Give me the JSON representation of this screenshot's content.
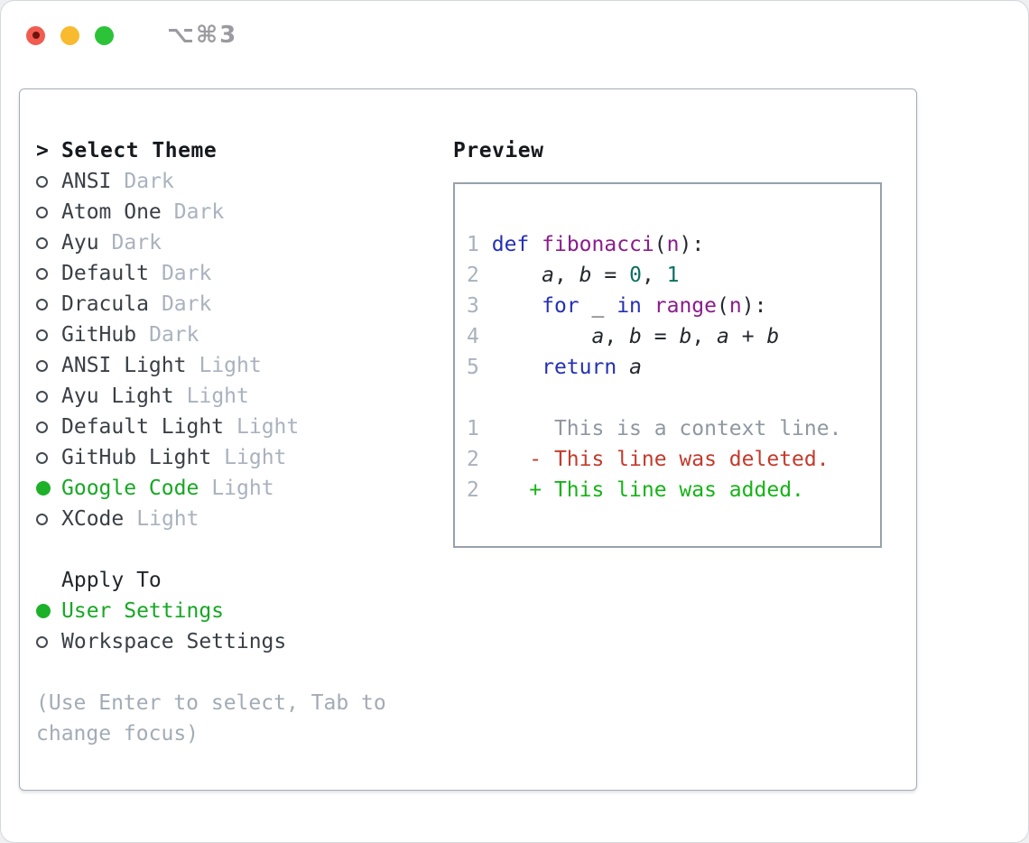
{
  "window": {
    "title": "⌥⌘3"
  },
  "icons": {
    "cursor_marker": ">",
    "radio_unselected": "○",
    "radio_selected": "●",
    "traffic_lights": [
      "close",
      "minimize",
      "zoom"
    ]
  },
  "colors": {
    "accent_green": "#1db12a",
    "muted_gray": "#a9b2be",
    "panel_border": "#a6adb8",
    "preview_border": "#98a1ac"
  },
  "theme_panel": {
    "heading": "Select Theme",
    "heading_marker": ">",
    "themes": [
      {
        "name": "ANSI",
        "variant": "Dark",
        "selected": false
      },
      {
        "name": "Atom One",
        "variant": "Dark",
        "selected": false
      },
      {
        "name": "Ayu",
        "variant": "Dark",
        "selected": false
      },
      {
        "name": "Default",
        "variant": "Dark",
        "selected": false
      },
      {
        "name": "Dracula",
        "variant": "Dark",
        "selected": false
      },
      {
        "name": "GitHub",
        "variant": "Dark",
        "selected": false
      },
      {
        "name": "ANSI Light",
        "variant": "Light",
        "selected": false
      },
      {
        "name": "Ayu Light",
        "variant": "Light",
        "selected": false
      },
      {
        "name": "Default Light",
        "variant": "Light",
        "selected": false
      },
      {
        "name": "GitHub Light",
        "variant": "Light",
        "selected": false
      },
      {
        "name": "Google Code",
        "variant": "Light",
        "selected": true
      },
      {
        "name": "XCode",
        "variant": "Light",
        "selected": false
      }
    ],
    "apply_to": {
      "heading": "Apply To",
      "options": [
        {
          "label": "User Settings",
          "selected": true
        },
        {
          "label": "Workspace Settings",
          "selected": false
        }
      ]
    },
    "hint": "(Use Enter to select, Tab to change focus)"
  },
  "preview_panel": {
    "heading": "Preview",
    "token_colors": {
      "kw": "#2430b4",
      "fn": "#8c1b8c",
      "lit": "#0c6f63",
      "pln": "#24282e",
      "var": "#24282e",
      "ctx": "#8f97a1",
      "del": "#c43a2b",
      "add": "#17b317",
      "num": "#a9b1bd"
    },
    "lines": [
      {
        "kind": "code",
        "num": "1",
        "tokens": [
          {
            "s": "pln",
            "t": " "
          },
          {
            "s": "kw",
            "t": "def"
          },
          {
            "s": "pln",
            "t": " "
          },
          {
            "s": "fn",
            "t": "fibonacci"
          },
          {
            "s": "pln",
            "t": "("
          },
          {
            "s": "fn",
            "t": "n"
          },
          {
            "s": "pln",
            "t": "):"
          }
        ]
      },
      {
        "kind": "code",
        "num": "2",
        "tokens": [
          {
            "s": "pln",
            "t": "     "
          },
          {
            "s": "var",
            "t": "a"
          },
          {
            "s": "pln",
            "t": ", "
          },
          {
            "s": "var",
            "t": "b"
          },
          {
            "s": "pln",
            "t": " = "
          },
          {
            "s": "lit",
            "t": "0"
          },
          {
            "s": "pln",
            "t": ", "
          },
          {
            "s": "lit",
            "t": "1"
          }
        ]
      },
      {
        "kind": "code",
        "num": "3",
        "tokens": [
          {
            "s": "pln",
            "t": "     "
          },
          {
            "s": "kw",
            "t": "for"
          },
          {
            "s": "pln",
            "t": " _ "
          },
          {
            "s": "kw",
            "t": "in"
          },
          {
            "s": "pln",
            "t": " "
          },
          {
            "s": "fn",
            "t": "range"
          },
          {
            "s": "pln",
            "t": "("
          },
          {
            "s": "fn",
            "t": "n"
          },
          {
            "s": "pln",
            "t": "):"
          }
        ]
      },
      {
        "kind": "code",
        "num": "4",
        "tokens": [
          {
            "s": "pln",
            "t": "         "
          },
          {
            "s": "var",
            "t": "a"
          },
          {
            "s": "pln",
            "t": ", "
          },
          {
            "s": "var",
            "t": "b"
          },
          {
            "s": "pln",
            "t": " = "
          },
          {
            "s": "var",
            "t": "b"
          },
          {
            "s": "pln",
            "t": ", "
          },
          {
            "s": "var",
            "t": "a"
          },
          {
            "s": "pln",
            "t": " + "
          },
          {
            "s": "var",
            "t": "b"
          }
        ]
      },
      {
        "kind": "code",
        "num": "5",
        "tokens": [
          {
            "s": "pln",
            "t": "     "
          },
          {
            "s": "kw",
            "t": "return"
          },
          {
            "s": "pln",
            "t": " "
          },
          {
            "s": "var",
            "t": "a"
          }
        ]
      },
      {
        "kind": "blank",
        "num": "",
        "tokens": []
      },
      {
        "kind": "context",
        "num": "1",
        "tokens": [
          {
            "s": "ctx",
            "t": "      This is a context line."
          }
        ]
      },
      {
        "kind": "deleted",
        "num": "2",
        "tokens": [
          {
            "s": "del",
            "t": "    - This line was deleted."
          }
        ]
      },
      {
        "kind": "added",
        "num": "2",
        "tokens": [
          {
            "s": "add",
            "t": "    + This line was added."
          }
        ]
      }
    ]
  }
}
